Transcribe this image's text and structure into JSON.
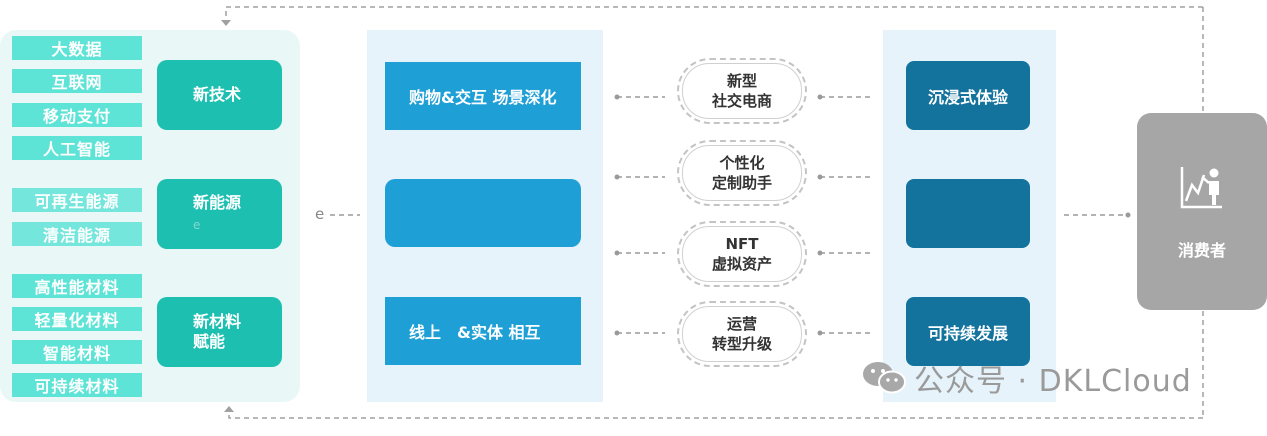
{
  "technologies": {
    "groups": [
      {
        "driver": "新技术",
        "driver_sub": "",
        "items": [
          "大数据",
          "互联网",
          "移动支付",
          "人工智能"
        ]
      },
      {
        "driver": "新能源",
        "driver_sub": "e",
        "items": [
          "可再生能源",
          "清洁能源"
        ]
      },
      {
        "driver": "新材料\n赋能",
        "driver_sub": "",
        "items": [
          "高性能材料",
          "轻量化材料",
          "智能材料",
          "可持续材料"
        ]
      }
    ]
  },
  "connector_mark": "e",
  "scenes": [
    "购物&交互 场景深化",
    "",
    "线上　&实体 相互"
  ],
  "trends": [
    {
      "line1": "新型",
      "line2": "社交电商"
    },
    {
      "line1": "个性化",
      "line2": "定制助手"
    },
    {
      "line1": "NFT",
      "line2": "虚拟资产"
    },
    {
      "line1": "运营",
      "line2": "转型升级"
    }
  ],
  "results": [
    "沉浸式体验",
    "",
    "可持续发展"
  ],
  "consumer": {
    "label": "消费者",
    "icon": "presenter-chart-icon"
  },
  "watermark": {
    "text": "公众号 · DKLCloud",
    "icon": "wechat-icon"
  },
  "colors": {
    "tag": "#5ee3d7",
    "driver": "#1dbfb1",
    "scene": "#1e9fd6",
    "result": "#13739c",
    "consumer": "#a6a6a6",
    "panel_left": "#e9f8f6",
    "panel_blue": "#e6f3fb"
  }
}
